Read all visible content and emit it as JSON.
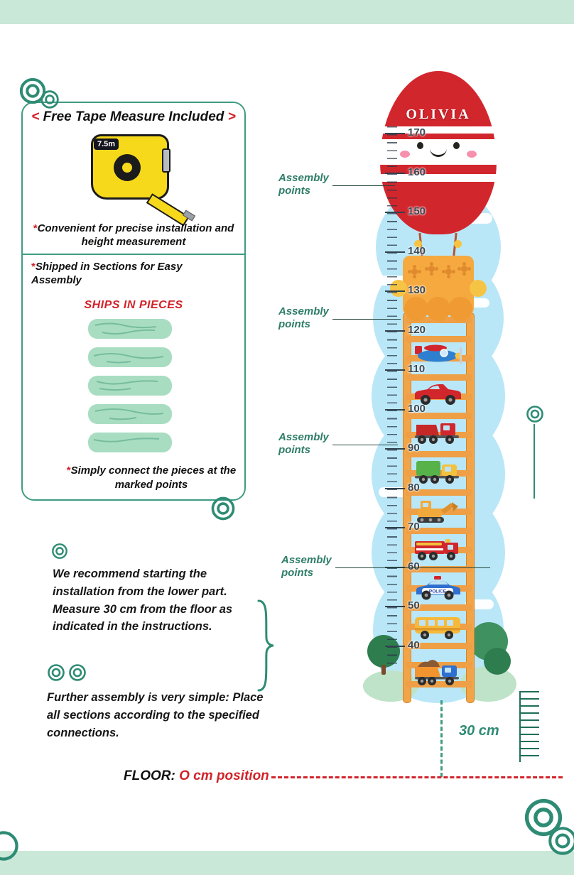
{
  "palette": {
    "mint_band": "#c9e8d8",
    "teal": "#2e8b74",
    "red": "#d2232a",
    "sky_blue": "#b9e7f8",
    "ladder_orange": "#f2a548",
    "tape_yellow": "#f7d91c",
    "plank_mint": "#a9ddc2"
  },
  "info_box": {
    "title_open": "<",
    "title": "Free Tape Measure Included",
    "title_close": ">",
    "asterisk": "*",
    "tape_length": "7.5m",
    "point1": "Convenient for precise installation and height measurement",
    "point2": "Shipped in Sections for Easy Assembly",
    "ships_heading": "SHIPS IN PIECES",
    "point3": "Simply connect the pieces at the marked points"
  },
  "assembly": {
    "label_line1": "Assembly",
    "label_line2": "points"
  },
  "chart": {
    "name": "OLIVIA",
    "ruler_numbers": [
      170,
      160,
      150,
      140,
      130,
      120,
      110,
      100,
      90,
      80,
      70,
      60,
      50,
      40
    ],
    "police_label": "POLICE",
    "vehicles": [
      "airplane",
      "convertible",
      "dump-truck",
      "cargo-truck",
      "excavator",
      "fire-truck",
      "police-car",
      "school-bus",
      "tipper-truck"
    ]
  },
  "notes": {
    "note1": "We recommend starting the installation from the lower part. Measure 30 cm from the floor as indicated in the instructions.",
    "note2": "Further assembly is very simple: Place all sections according to the specified connections."
  },
  "floor": {
    "measure": "30 cm",
    "label": "FLOOR:",
    "value": "O cm position"
  }
}
